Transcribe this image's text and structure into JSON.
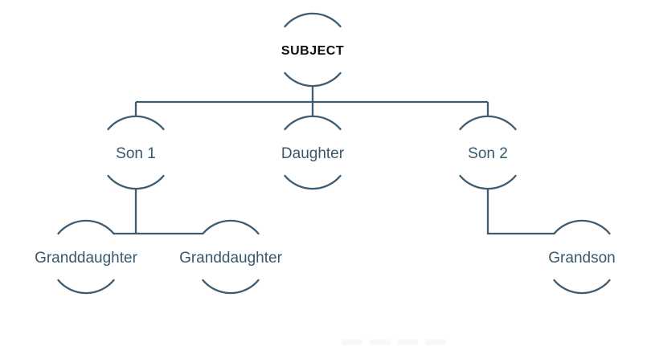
{
  "diagram": {
    "type": "family-tree",
    "colors": {
      "line": "#3E5C72",
      "label": "#38586F",
      "root_label": "#0F0F0F",
      "background": "#FFFFFF"
    },
    "nodes": [
      {
        "id": "subject",
        "label": "SUBJECT",
        "generation": 0,
        "parent": null
      },
      {
        "id": "son1",
        "label": "Son 1",
        "generation": 1,
        "parent": "subject"
      },
      {
        "id": "daughter",
        "label": "Daughter",
        "generation": 1,
        "parent": "subject"
      },
      {
        "id": "son2",
        "label": "Son 2",
        "generation": 1,
        "parent": "subject"
      },
      {
        "id": "granddaughter1",
        "label": "Granddaughter",
        "generation": 2,
        "parent": "son1"
      },
      {
        "id": "granddaughter2",
        "label": "Granddaughter",
        "generation": 2,
        "parent": "son1"
      },
      {
        "id": "grandson",
        "label": "Grandson",
        "generation": 2,
        "parent": "son2"
      }
    ]
  }
}
